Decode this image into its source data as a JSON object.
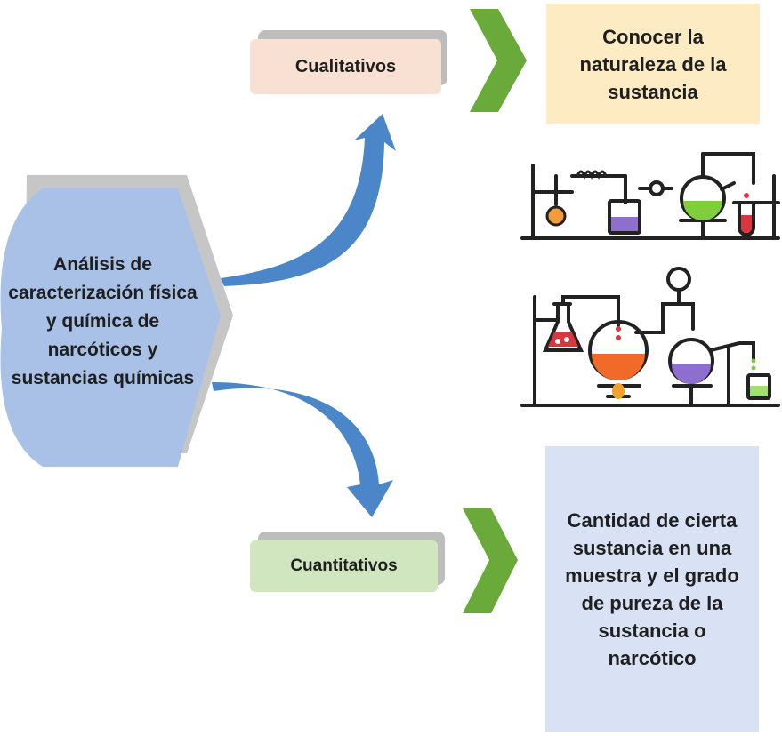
{
  "center": {
    "label": "Análisis de caracterización física y química de narcóticos y sustancias químicas"
  },
  "qualitative": {
    "label": "Cualitativos",
    "result": "Conocer la naturaleza de la sustancia"
  },
  "quantitative": {
    "label": "Cuantitativos",
    "result": "Cantidad de cierta sustancia en una muestra y el grado de pureza de la sustancia o narcótico"
  },
  "colors": {
    "center_fill": "#a9c1e6",
    "center_shadow": "#c8c8c8",
    "qualitative_fill": "#f8e0d3",
    "quantitative_fill": "#cfe6bf",
    "qualitative_result_fill": "#fdecc3",
    "quantitative_result_fill": "#d8e2f4",
    "chevron": "#6aaa3a",
    "arrow": "#4a86c8"
  },
  "icons": [
    "lab-apparatus-top-illustration",
    "lab-apparatus-bottom-illustration",
    "chevron-right-icon",
    "curved-arrow-icon"
  ]
}
